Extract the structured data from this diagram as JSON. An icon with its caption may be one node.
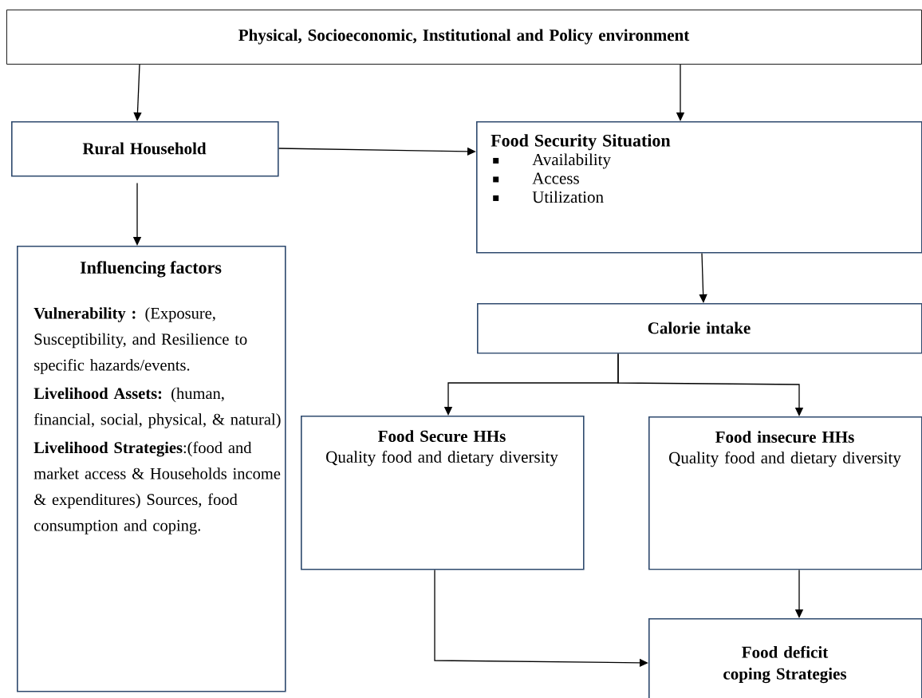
{
  "diagram": {
    "nodes": [
      {
        "text": [
          "Physical, Socioeconomic, Institutional and Policy environment"
        ]
      },
      {
        "text": [
          "Rural Household"
        ]
      },
      {
        "text": [
          "Food Security Situation",
          "Availability",
          "Access",
          "Utilization"
        ]
      },
      {
        "text": [
          "Influencing factors",
          "**Vulnerability :** (Exposure, Susceptibility, and Resilience to specific hazards/events.",
          "**Livelihood Assets:** (human, financial, social, physical, & natural)",
          "**Livelihood Strategies**:(food and market access & Households income & expenditures) Sources, food consumption and coping."
        ]
      },
      {
        "text": [
          "Calorie intake"
        ]
      },
      {
        "text": [
          "Food Secure HHs",
          "Quality food and dietary diversity"
        ]
      },
      {
        "text": [
          "Food insecure HHs",
          "Quality food and dietary diversity"
        ]
      },
      {
        "text": [
          "Food deficit coping Strategies"
        ]
      }
    ],
    "edges": [
      {
        "from": 0,
        "to": 1,
        "arrow": "to"
      },
      {
        "from": 0,
        "to": 2,
        "arrow": "to"
      },
      {
        "from": 1,
        "to": 2,
        "arrow": "to"
      },
      {
        "from": 1,
        "to": 3,
        "arrow": "to"
      },
      {
        "from": 2,
        "to": 4,
        "arrow": "to"
      },
      {
        "from": 4,
        "to": 5,
        "arrow": "to"
      },
      {
        "from": 4,
        "to": 6,
        "arrow": "to"
      },
      {
        "from": 6,
        "to": 7,
        "arrow": "to"
      },
      {
        "from": 5,
        "to": 7,
        "arrow": "to"
      }
    ]
  }
}
